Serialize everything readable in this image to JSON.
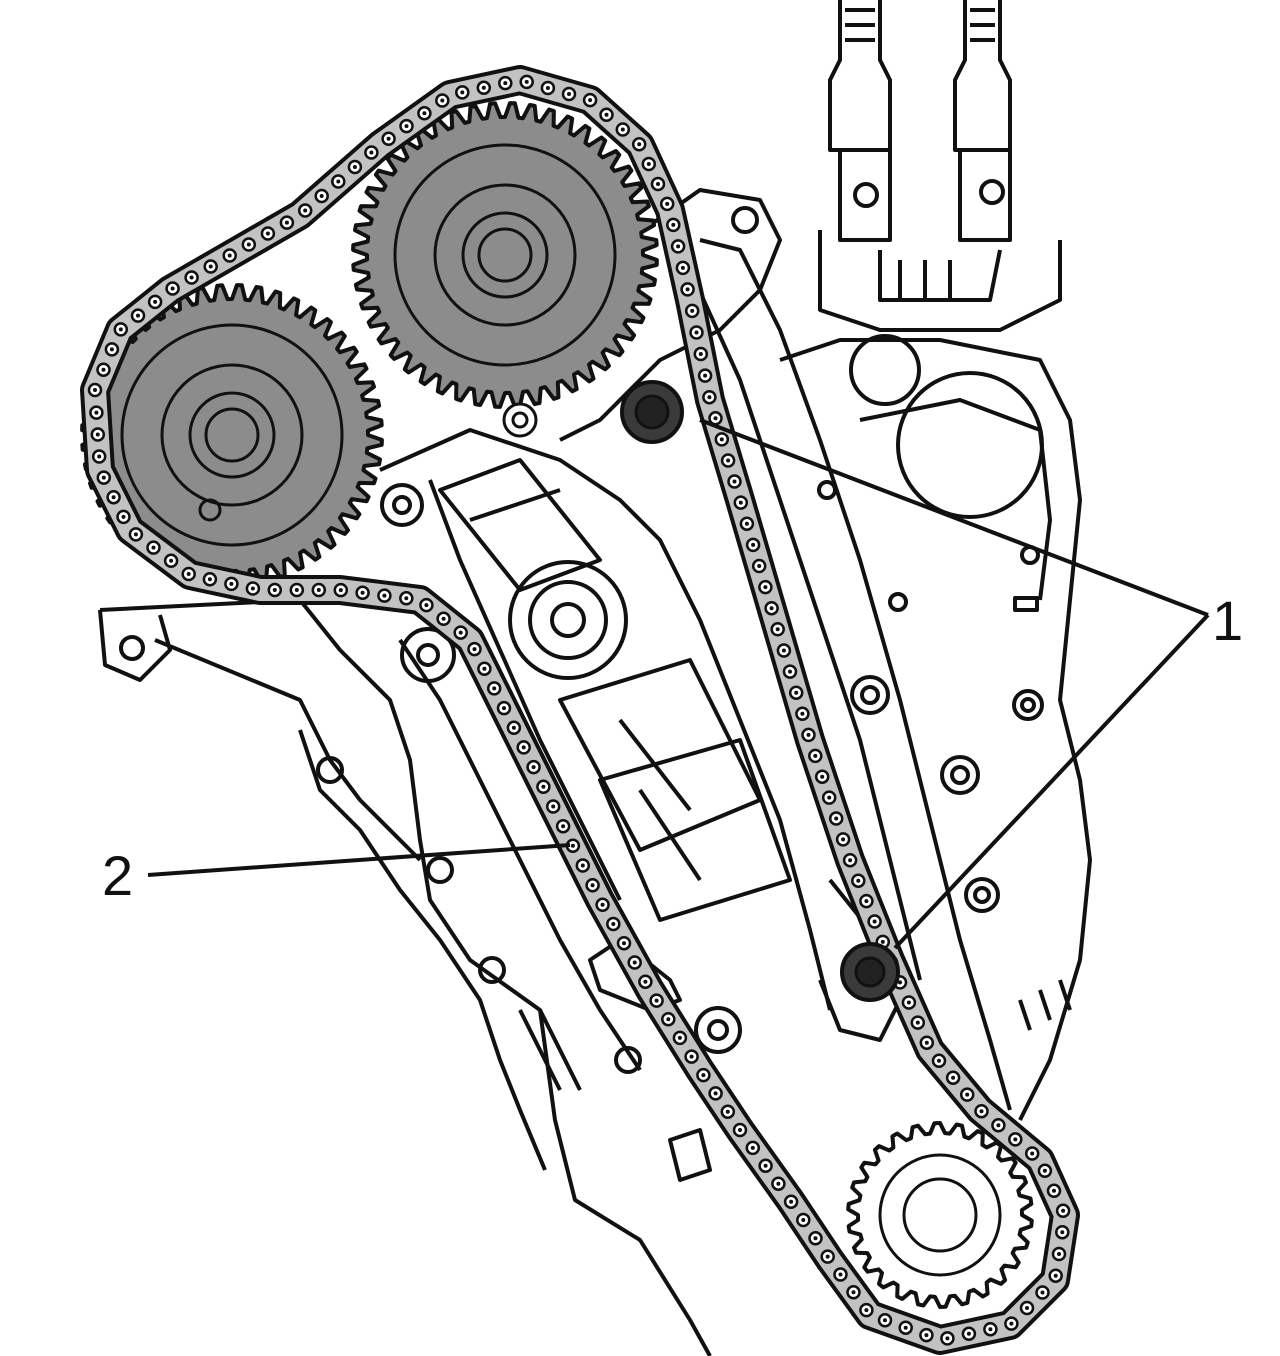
{
  "callouts": [
    {
      "id": "1",
      "label": "1"
    },
    {
      "id": "2",
      "label": "2"
    }
  ],
  "colors": {
    "line": "#111111",
    "sprocket_fill": "#8c8c8c",
    "chain_fill": "#c2c2c2",
    "bolt_fill": "#3a3a3a",
    "background": "#ffffff"
  }
}
